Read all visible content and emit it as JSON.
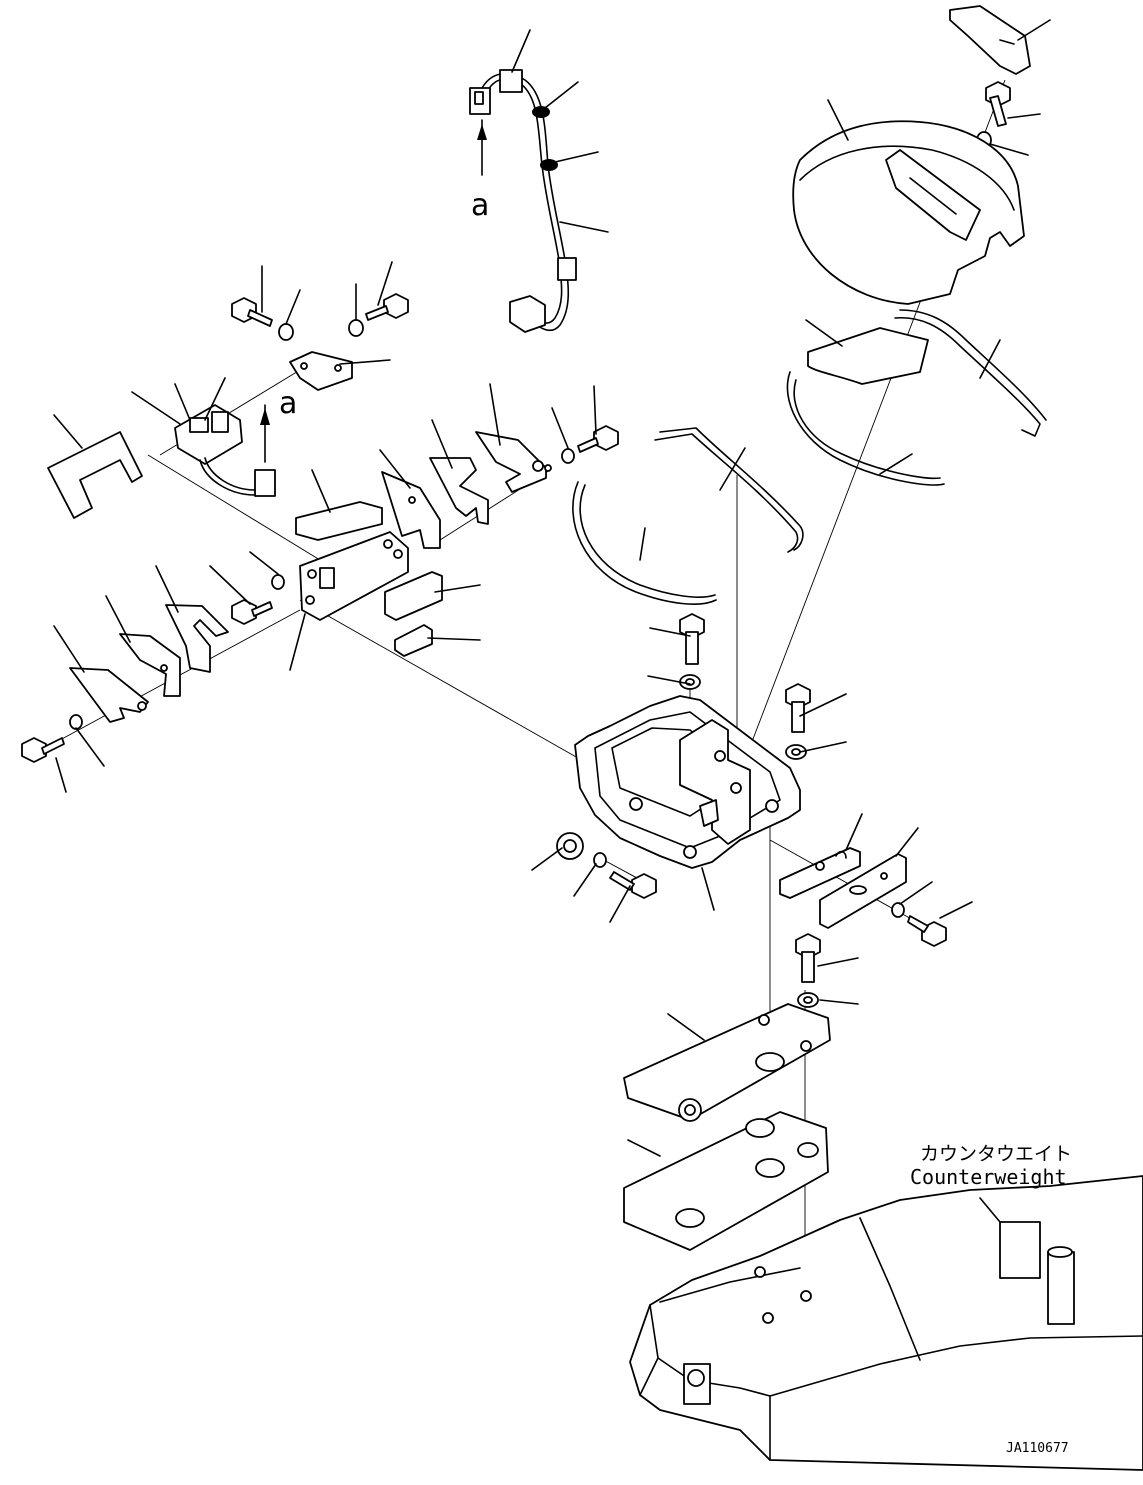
{
  "diagram": {
    "view_labels": [
      "a",
      "a"
    ],
    "counterweight_label_jp": "カウンタウエイト",
    "counterweight_label_en": "Counterweight",
    "drawing_number": "JA110677"
  }
}
